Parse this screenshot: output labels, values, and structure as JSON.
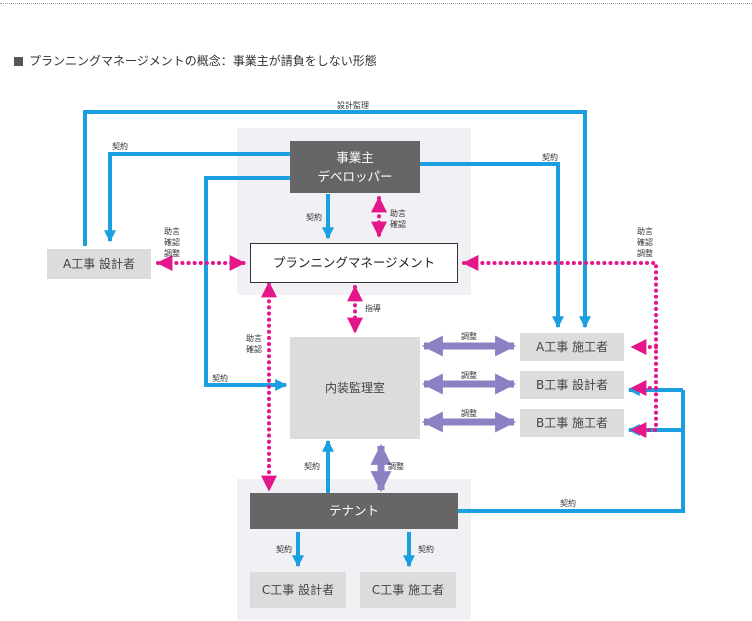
{
  "heading": "プランニングマネージメントの概念：事業主が請負をしない形態",
  "colors": {
    "contract": "#1aa0e0",
    "advice": "#e5168a",
    "coordinate": "#8a82c2",
    "dark_box": "#666666",
    "light_box": "#dcdcdc",
    "panel": "#f0f0f5"
  },
  "boxes": {
    "owner_line1": "事業主",
    "owner_line2": "デベロッパー",
    "planning_management": "プランニングマネージメント",
    "a_designer": "A工事 設計者",
    "a_constructor": "A工事 施工者",
    "b_designer": "B工事 設計者",
    "b_constructor": "B工事 施工者",
    "interior_office": "内装監理室",
    "tenant": "テナント",
    "c_designer": "C工事 設計者",
    "c_constructor": "C工事 施工者"
  },
  "labels": {
    "design_supervision": "設計監理",
    "contract": "契約",
    "advice_confirm_adjust": [
      "助言",
      "確認",
      "調整"
    ],
    "advice_confirm": [
      "助言",
      "確認"
    ],
    "guidance": "指導",
    "adjust": "調整"
  }
}
